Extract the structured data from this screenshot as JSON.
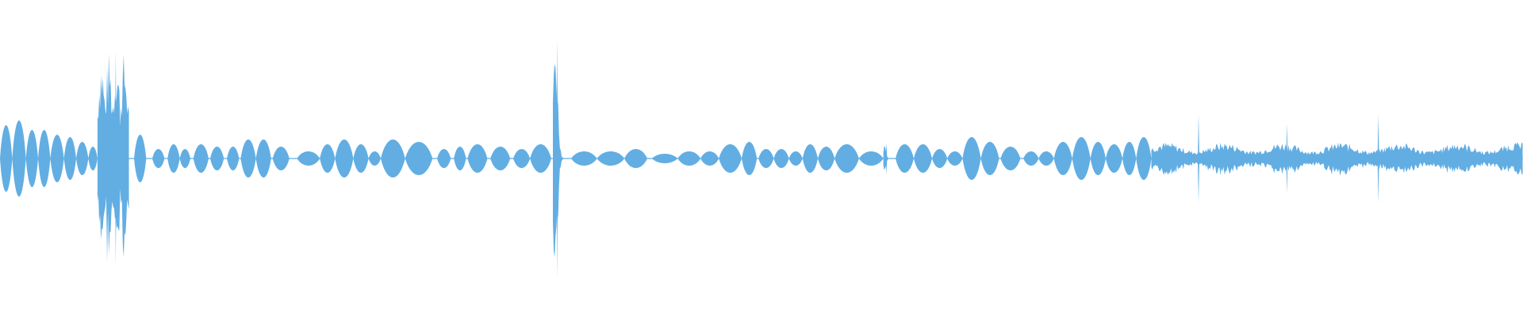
{
  "waveform": {
    "color": "#62aee3",
    "background": "#ffffff",
    "segments": [
      {
        "start": 0.0,
        "end": 0.008,
        "amp": 0.14,
        "kind": "blob"
      },
      {
        "start": 0.008,
        "end": 0.017,
        "amp": 0.16,
        "kind": "blob"
      },
      {
        "start": 0.017,
        "end": 0.025,
        "amp": 0.12,
        "kind": "blob"
      },
      {
        "start": 0.025,
        "end": 0.033,
        "amp": 0.12,
        "kind": "blob"
      },
      {
        "start": 0.033,
        "end": 0.042,
        "amp": 0.1,
        "kind": "blob"
      },
      {
        "start": 0.042,
        "end": 0.05,
        "amp": 0.09,
        "kind": "blob"
      },
      {
        "start": 0.05,
        "end": 0.058,
        "amp": 0.07,
        "kind": "blob"
      },
      {
        "start": 0.058,
        "end": 0.064,
        "amp": 0.05,
        "kind": "blob"
      },
      {
        "start": 0.064,
        "end": 0.085,
        "amp": 0.34,
        "kind": "burst"
      },
      {
        "start": 0.088,
        "end": 0.096,
        "amp": 0.1,
        "kind": "blob"
      },
      {
        "start": 0.1,
        "end": 0.108,
        "amp": 0.04,
        "kind": "blob"
      },
      {
        "start": 0.11,
        "end": 0.118,
        "amp": 0.06,
        "kind": "blob"
      },
      {
        "start": 0.118,
        "end": 0.125,
        "amp": 0.04,
        "kind": "blob"
      },
      {
        "start": 0.127,
        "end": 0.137,
        "amp": 0.06,
        "kind": "blob"
      },
      {
        "start": 0.138,
        "end": 0.147,
        "amp": 0.05,
        "kind": "blob"
      },
      {
        "start": 0.149,
        "end": 0.157,
        "amp": 0.05,
        "kind": "blob"
      },
      {
        "start": 0.158,
        "end": 0.168,
        "amp": 0.08,
        "kind": "blob"
      },
      {
        "start": 0.168,
        "end": 0.178,
        "amp": 0.08,
        "kind": "blob"
      },
      {
        "start": 0.179,
        "end": 0.19,
        "amp": 0.05,
        "kind": "blob"
      },
      {
        "start": 0.195,
        "end": 0.21,
        "amp": 0.03,
        "kind": "blob"
      },
      {
        "start": 0.21,
        "end": 0.22,
        "amp": 0.06,
        "kind": "blob"
      },
      {
        "start": 0.22,
        "end": 0.232,
        "amp": 0.08,
        "kind": "blob"
      },
      {
        "start": 0.232,
        "end": 0.242,
        "amp": 0.06,
        "kind": "blob"
      },
      {
        "start": 0.242,
        "end": 0.25,
        "amp": 0.03,
        "kind": "blob"
      },
      {
        "start": 0.25,
        "end": 0.266,
        "amp": 0.08,
        "kind": "blob"
      },
      {
        "start": 0.266,
        "end": 0.284,
        "amp": 0.07,
        "kind": "blob"
      },
      {
        "start": 0.287,
        "end": 0.296,
        "amp": 0.04,
        "kind": "blob"
      },
      {
        "start": 0.298,
        "end": 0.306,
        "amp": 0.05,
        "kind": "blob"
      },
      {
        "start": 0.307,
        "end": 0.32,
        "amp": 0.06,
        "kind": "blob"
      },
      {
        "start": 0.322,
        "end": 0.335,
        "amp": 0.05,
        "kind": "blob"
      },
      {
        "start": 0.337,
        "end": 0.348,
        "amp": 0.04,
        "kind": "blob"
      },
      {
        "start": 0.348,
        "end": 0.362,
        "amp": 0.06,
        "kind": "blob"
      },
      {
        "start": 0.363,
        "end": 0.375,
        "amp": 0.38,
        "kind": "spike"
      },
      {
        "start": 0.375,
        "end": 0.392,
        "amp": 0.03,
        "kind": "blob"
      },
      {
        "start": 0.392,
        "end": 0.41,
        "amp": 0.03,
        "kind": "blob"
      },
      {
        "start": 0.41,
        "end": 0.425,
        "amp": 0.04,
        "kind": "blob"
      },
      {
        "start": 0.428,
        "end": 0.445,
        "amp": 0.02,
        "kind": "blob"
      },
      {
        "start": 0.445,
        "end": 0.46,
        "amp": 0.03,
        "kind": "blob"
      },
      {
        "start": 0.46,
        "end": 0.472,
        "amp": 0.03,
        "kind": "blob"
      },
      {
        "start": 0.472,
        "end": 0.487,
        "amp": 0.06,
        "kind": "blob"
      },
      {
        "start": 0.487,
        "end": 0.497,
        "amp": 0.07,
        "kind": "blob"
      },
      {
        "start": 0.498,
        "end": 0.508,
        "amp": 0.04,
        "kind": "blob"
      },
      {
        "start": 0.508,
        "end": 0.518,
        "amp": 0.04,
        "kind": "blob"
      },
      {
        "start": 0.518,
        "end": 0.527,
        "amp": 0.03,
        "kind": "blob"
      },
      {
        "start": 0.527,
        "end": 0.537,
        "amp": 0.06,
        "kind": "blob"
      },
      {
        "start": 0.537,
        "end": 0.548,
        "amp": 0.05,
        "kind": "blob"
      },
      {
        "start": 0.548,
        "end": 0.564,
        "amp": 0.06,
        "kind": "blob"
      },
      {
        "start": 0.564,
        "end": 0.58,
        "amp": 0.03,
        "kind": "blob"
      },
      {
        "start": 0.58,
        "end": 0.587,
        "amp": 0.05,
        "kind": "spike"
      },
      {
        "start": 0.588,
        "end": 0.6,
        "amp": 0.06,
        "kind": "blob"
      },
      {
        "start": 0.6,
        "end": 0.612,
        "amp": 0.06,
        "kind": "blob"
      },
      {
        "start": 0.612,
        "end": 0.622,
        "amp": 0.04,
        "kind": "blob"
      },
      {
        "start": 0.622,
        "end": 0.632,
        "amp": 0.03,
        "kind": "blob"
      },
      {
        "start": 0.632,
        "end": 0.644,
        "amp": 0.09,
        "kind": "blob"
      },
      {
        "start": 0.644,
        "end": 0.656,
        "amp": 0.07,
        "kind": "blob"
      },
      {
        "start": 0.657,
        "end": 0.67,
        "amp": 0.05,
        "kind": "blob"
      },
      {
        "start": 0.672,
        "end": 0.682,
        "amp": 0.03,
        "kind": "blob"
      },
      {
        "start": 0.682,
        "end": 0.692,
        "amp": 0.03,
        "kind": "blob"
      },
      {
        "start": 0.692,
        "end": 0.704,
        "amp": 0.07,
        "kind": "blob"
      },
      {
        "start": 0.704,
        "end": 0.716,
        "amp": 0.09,
        "kind": "blob"
      },
      {
        "start": 0.716,
        "end": 0.726,
        "amp": 0.07,
        "kind": "blob"
      },
      {
        "start": 0.726,
        "end": 0.737,
        "amp": 0.06,
        "kind": "blob"
      },
      {
        "start": 0.737,
        "end": 0.746,
        "amp": 0.07,
        "kind": "blob"
      },
      {
        "start": 0.746,
        "end": 0.756,
        "amp": 0.09,
        "kind": "blob"
      },
      {
        "start": 0.756,
        "end": 1.0,
        "amp": 0.07,
        "kind": "noise"
      }
    ],
    "peaks": [
      {
        "pos": 0.076,
        "amp": 0.34
      },
      {
        "pos": 0.366,
        "amp": 0.38
      },
      {
        "pos": 0.582,
        "amp": 0.05
      },
      {
        "pos": 0.787,
        "amp": 0.14
      },
      {
        "pos": 0.845,
        "amp": 0.11
      },
      {
        "pos": 0.905,
        "amp": 0.14
      }
    ]
  }
}
